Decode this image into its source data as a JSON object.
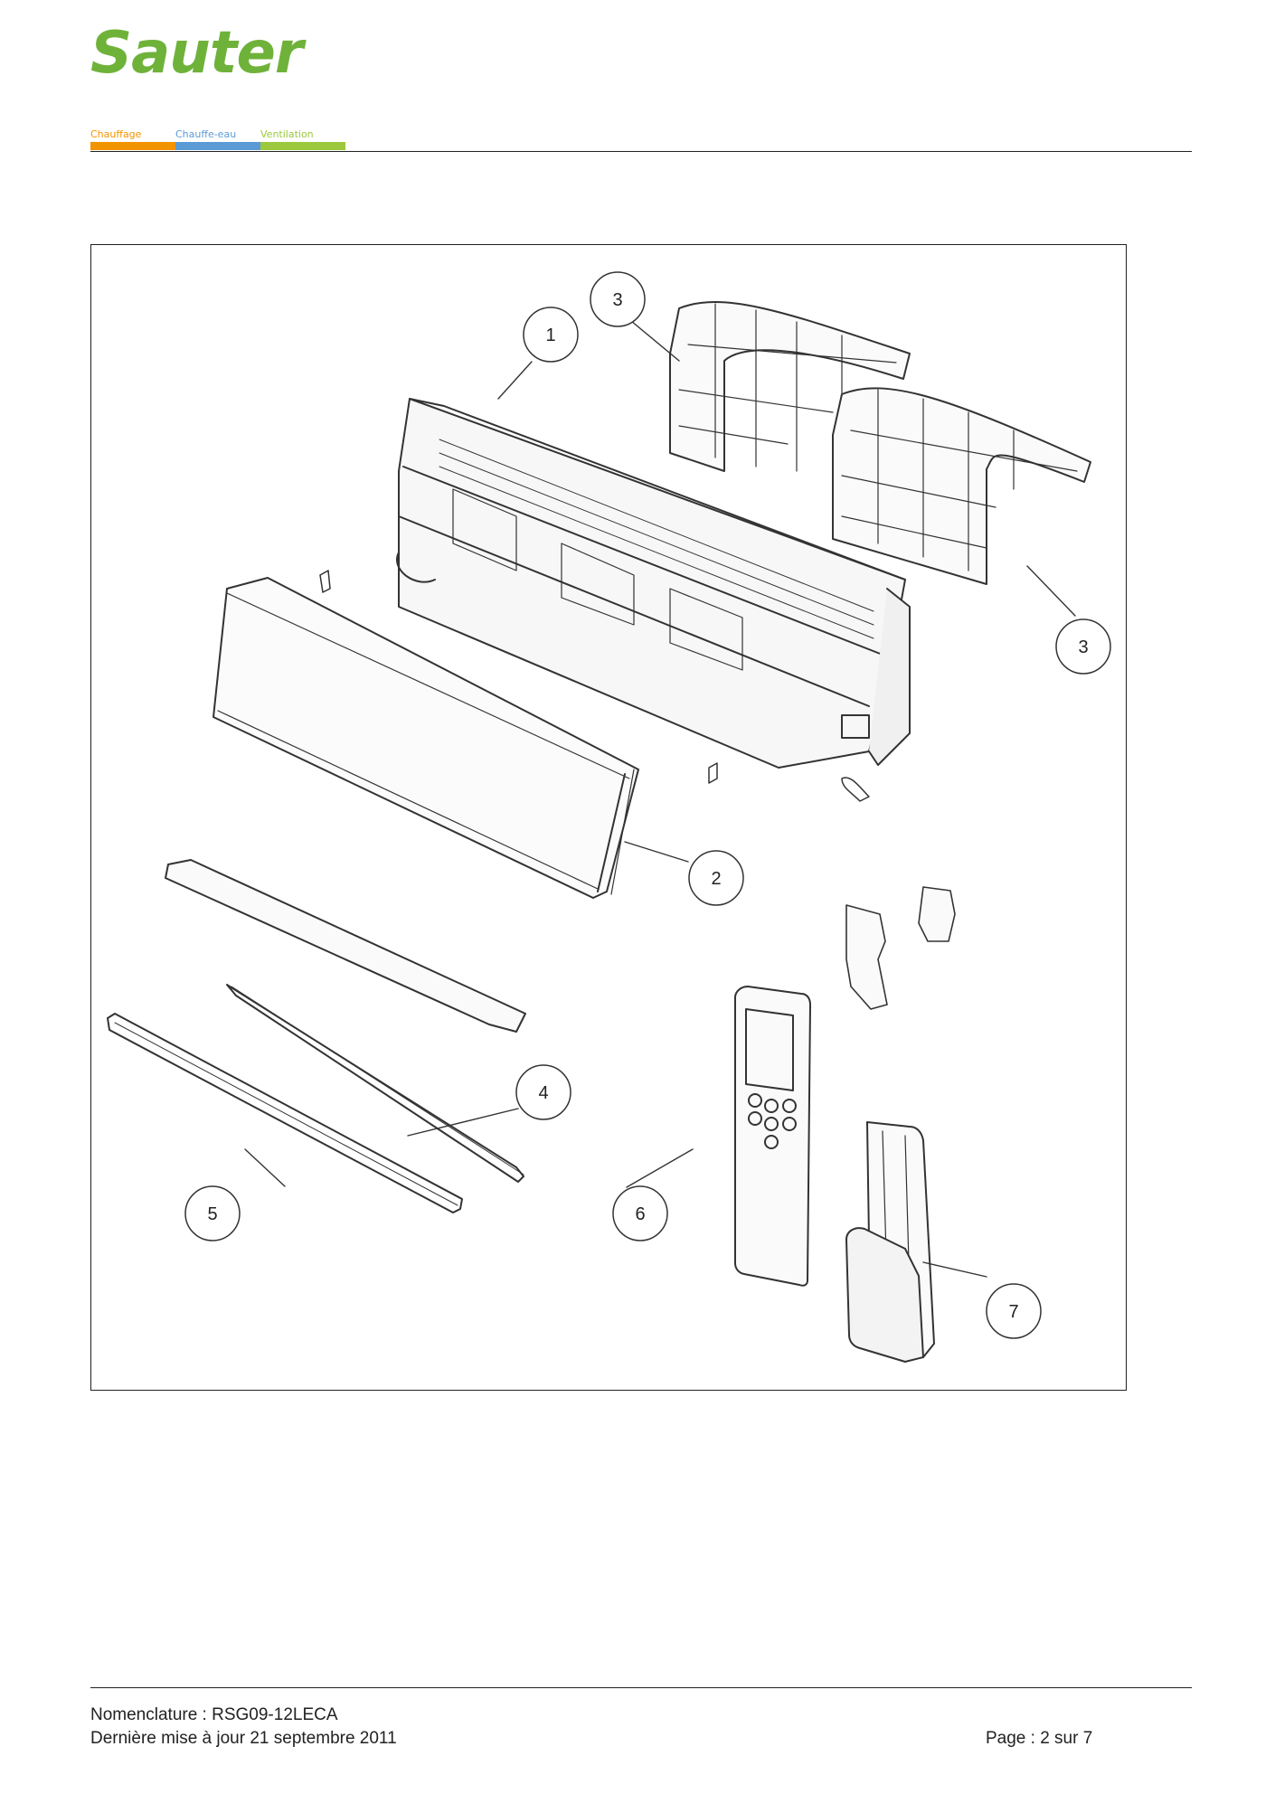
{
  "header": {
    "brand": "Sauter",
    "brand_color": "#6fb23a",
    "categories": [
      {
        "label": "Chauffage",
        "color": "#f29400"
      },
      {
        "label": "Chauffe-eau",
        "color": "#5b9bd5"
      },
      {
        "label": "Ventilation",
        "color": "#9bc83c"
      }
    ]
  },
  "diagram": {
    "callouts": [
      {
        "num": "1",
        "part": "indoor-unit-chassis"
      },
      {
        "num": "2",
        "part": "front-panel"
      },
      {
        "num": "3",
        "part": "air-filter"
      },
      {
        "num": "3",
        "part": "air-filter"
      },
      {
        "num": "4",
        "part": "horizontal-louver"
      },
      {
        "num": "5",
        "part": "horizontal-louver-lower"
      },
      {
        "num": "6",
        "part": "remote-control"
      },
      {
        "num": "7",
        "part": "remote-holder"
      }
    ]
  },
  "footer": {
    "nomenclature": "Nomenclature : RSG09-12LECA",
    "updated": "Dernière mise à jour 21 septembre 2011",
    "page": "Page : 2 sur 7"
  }
}
